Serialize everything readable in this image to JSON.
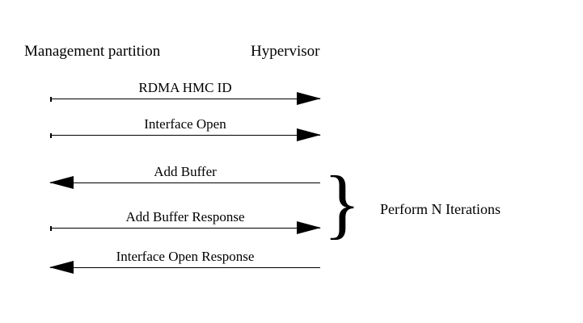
{
  "diagram": {
    "type": "sequence-diagram",
    "background_color": "#ffffff",
    "line_color": "#000000",
    "participants": [
      {
        "id": "management-partition",
        "label": "Management partition"
      },
      {
        "id": "hypervisor",
        "label": "Hypervisor"
      }
    ],
    "messages": [
      {
        "label": "RDMA HMC ID",
        "direction": "right"
      },
      {
        "label": "Interface Open",
        "direction": "right"
      },
      {
        "label": "Add Buffer",
        "direction": "left"
      },
      {
        "label": "Add Buffer Response",
        "direction": "right"
      },
      {
        "label": "Interface Open Response",
        "direction": "left"
      }
    ],
    "group": {
      "brace_glyph": "}",
      "label": "Perform N Iterations",
      "covers_messages": [
        "Add Buffer",
        "Add Buffer Response"
      ]
    }
  }
}
